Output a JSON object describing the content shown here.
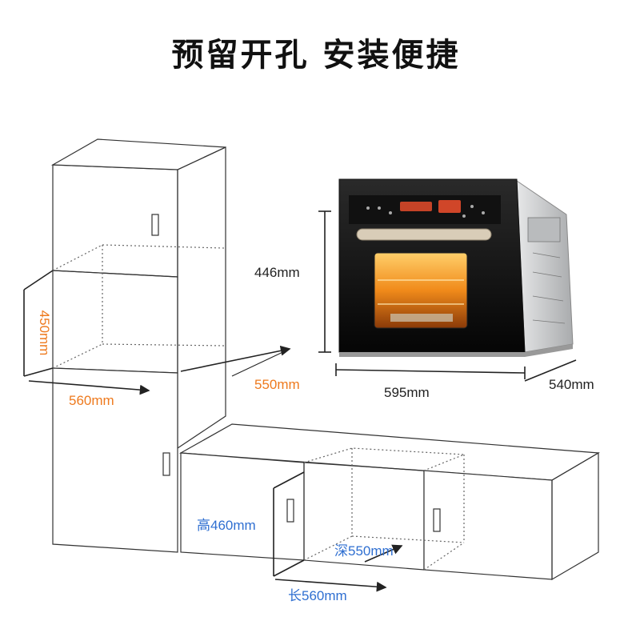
{
  "title": "预留开孔 安装便捷",
  "labels": {
    "tall_height": "450mm",
    "tall_width": "560mm",
    "tall_depth": "550mm",
    "oven_height": "446mm",
    "oven_width": "595mm",
    "oven_depth": "540mm",
    "base_height": "高460mm",
    "base_depth": "深550mm",
    "base_width": "长560mm"
  },
  "colors": {
    "orange": "#ee7a1e",
    "blue": "#2f6fd1",
    "dark": "#222222",
    "oven_glass": "#0c0c0c",
    "steel": "#c9cbcc"
  }
}
